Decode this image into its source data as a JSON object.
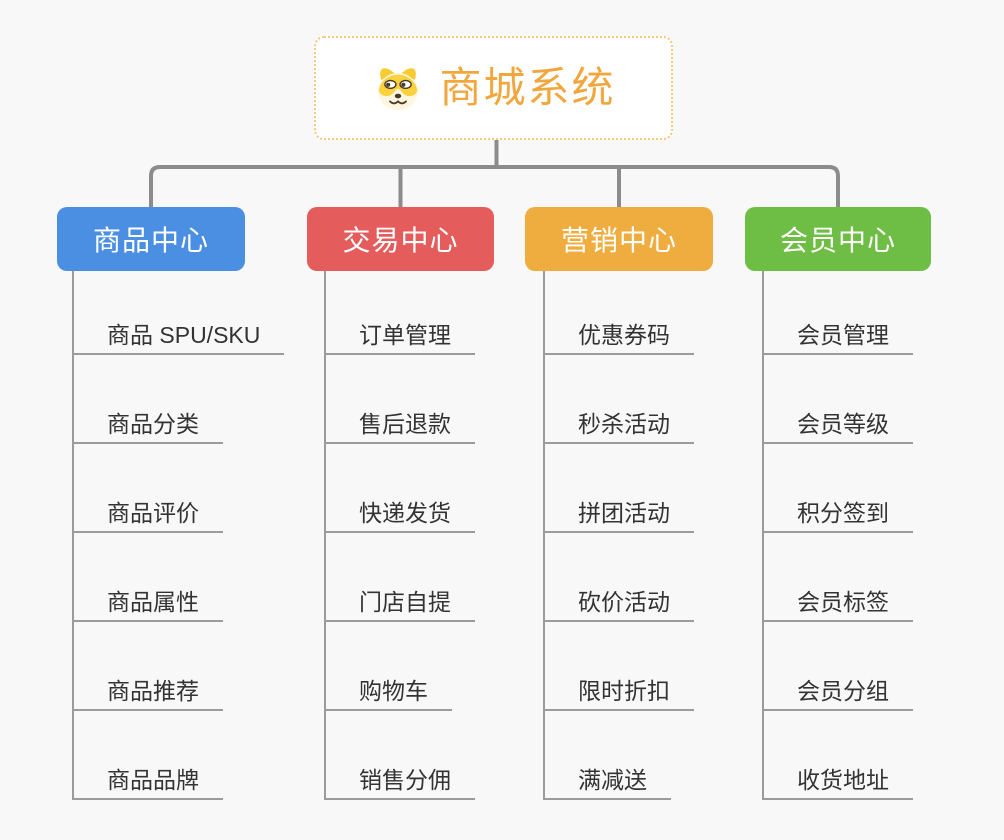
{
  "root": {
    "title": "商城系统",
    "icon": "dog-face-icon"
  },
  "branches": [
    {
      "id": "product-center",
      "label": "商品中心",
      "color": "#4B8FE2",
      "children": [
        "商品 SPU/SKU",
        "商品分类",
        "商品评价",
        "商品属性",
        "商品推荐",
        "商品品牌"
      ]
    },
    {
      "id": "trade-center",
      "label": "交易中心",
      "color": "#E45C5C",
      "children": [
        "订单管理",
        "售后退款",
        "快递发货",
        "门店自提",
        "购物车",
        "销售分佣"
      ]
    },
    {
      "id": "marketing-center",
      "label": "营销中心",
      "color": "#EFAC3F",
      "children": [
        "优惠券码",
        "秒杀活动",
        "拼团活动",
        "砍价活动",
        "限时折扣",
        "满减送"
      ]
    },
    {
      "id": "member-center",
      "label": "会员中心",
      "color": "#6EBE45",
      "children": [
        "会员管理",
        "会员等级",
        "积分签到",
        "会员标签",
        "会员分组",
        "收货地址"
      ]
    }
  ],
  "colors": {
    "root_text": "#F1A73E",
    "root_border": "#F6C77F",
    "connector": "#8C8C8C",
    "underline": "#9B9B9B",
    "leaf_text": "#333333",
    "background": "#F8F8F8"
  }
}
